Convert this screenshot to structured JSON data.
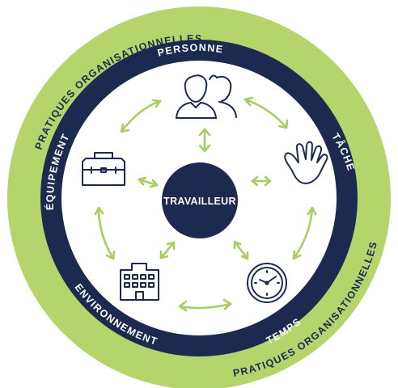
{
  "colors": {
    "green": "#b6d46c",
    "navy": "#1b2a4e",
    "white": "#ffffff",
    "arrow": "#a9cc63"
  },
  "outer_ring": {
    "top_label": "PRATIQUES ORGANISATIONNELLES",
    "bottom_label": "PRATIQUES ORGANISATIONNELLES"
  },
  "middle_ring": {
    "top": "PERSONNE",
    "right": "TÂCHE",
    "bottom_right": "TEMPS",
    "bottom_left": "ENVIRONNEMENT",
    "left": "ÉQUIPEMENT"
  },
  "center": {
    "label": "TRAVAILLEUR"
  },
  "icons": {
    "top": "people-icon",
    "right": "hand-icon",
    "bottom_right": "clock-icon",
    "bottom_left": "building-icon",
    "left": "toolbox-icon"
  }
}
